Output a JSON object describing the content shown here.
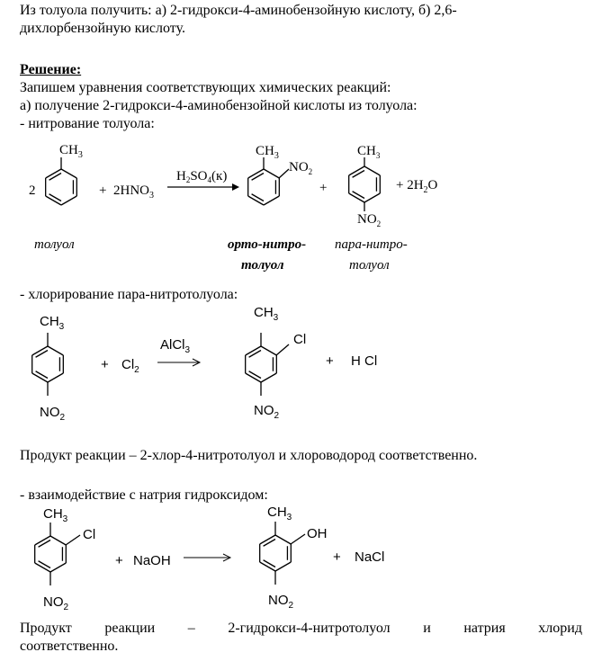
{
  "problem": {
    "line1": "Из толуола получить: а) 2-гидрокси-4-аминобензойную кислоту, б) 2,6-",
    "line2": "дихлорбензойную кислоту."
  },
  "solution": {
    "heading": "Решение:",
    "intro": "Запишем уравнения соответствующих химических реакций:",
    "part_a": "а) получение 2-гидрокси-4-аминобензойной кислоты из толуола:",
    "step1": "- нитрование толуола:",
    "step2": "- хлорирование пара-нитротолуола:",
    "product2": "Продукт реакции – 2-хлор-4-нитротолуол и хлороводород соответственно.",
    "step3": "- взаимодействие с натрия гидроксидом:",
    "product3_words": [
      "Продукт",
      "реакции",
      "–",
      "2-гидрокси-4-нитротолуол",
      "и",
      "натрия",
      "хлорид"
    ],
    "product3_line2": "соответственно."
  },
  "reaction1": {
    "coef": "2",
    "plus1": "+",
    "reagent_coef": "2",
    "reagent": "HNO",
    "reagent_sub": "3",
    "cond_h": "H",
    "cond_2": "2",
    "cond_so": "SO",
    "cond_4": "4",
    "cond_k": "(к)",
    "plus2": "+",
    "water_coef": "+ 2H",
    "water_sub": "2",
    "water_o": "O",
    "ch": "CH",
    "ch_sub": "3",
    "no": "NO",
    "no_sub": "2",
    "label_toluene": "толуол",
    "label_ortho_1": "орто-нитро-",
    "label_ortho_2": "толуол",
    "label_para_1": "пара-нитро-",
    "label_para_2": "толуол"
  },
  "reaction2": {
    "ch": "CH",
    "ch_sub": "3",
    "no": "NO",
    "no_sub": "2",
    "plus": "+",
    "cl2": "Cl",
    "cl2_sub": "2",
    "catalyst": "AlCl",
    "catalyst_sub": "3",
    "cl": "Cl",
    "plus2": "+",
    "hcl": "H Cl"
  },
  "reaction3": {
    "ch": "CH",
    "ch_sub": "3",
    "no": "NO",
    "no_sub": "2",
    "cl": "Cl",
    "plus": "+",
    "naoh": "NaOH",
    "oh": "OH",
    "plus2": "+",
    "nacl": "NaCl"
  }
}
